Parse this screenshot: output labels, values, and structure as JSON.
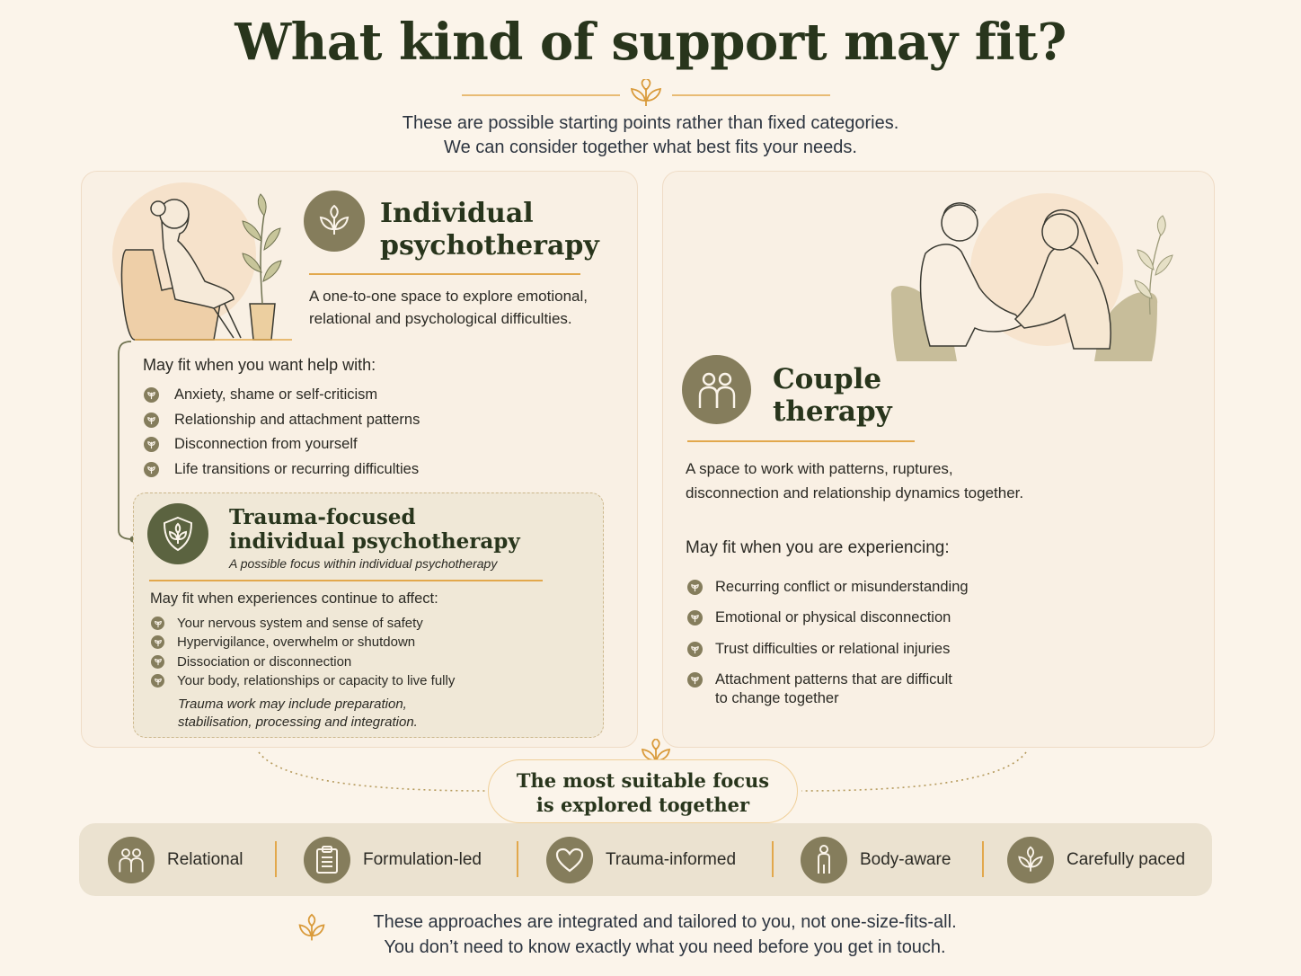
{
  "header": {
    "title": "What kind of support may fit?",
    "subtitle_line1": "These are possible starting points rather than fixed categories.",
    "subtitle_line2": "We can consider together what best fits your needs."
  },
  "individual": {
    "title_line1": "Individual",
    "title_line2": "psychotherapy",
    "description_line1": "A one-to-one space to explore emotional,",
    "description_line2": "relational and psychological difficulties.",
    "list_title": "May fit when you want help with:",
    "items": [
      "Anxiety, shame or self-criticism",
      "Relationship and attachment patterns",
      "Disconnection from yourself",
      "Life transitions or recurring difficulties"
    ]
  },
  "trauma": {
    "title_line1": "Trauma-focused",
    "title_line2": "individual psychotherapy",
    "subtitle": "A possible focus within individual psychotherapy",
    "list_title": "May fit when experiences continue to affect:",
    "items": [
      "Your nervous system and sense of safety",
      "Hypervigilance, overwhelm or shutdown",
      "Dissociation or disconnection",
      "Your body, relationships or capacity to live fully"
    ],
    "note_line1": "Trauma work may include preparation,",
    "note_line2": "stabilisation, processing and integration."
  },
  "couple": {
    "title_line1": "Couple",
    "title_line2": "therapy",
    "description_line1": "A space to work with patterns, ruptures,",
    "description_line2": "disconnection and relationship dynamics together.",
    "list_title": "May fit when you are experiencing:",
    "items": [
      "Recurring conflict or misunderstanding",
      "Emotional or physical disconnection",
      "Trust difficulties or relational injuries",
      "Attachment patterns that are difficult"
    ],
    "item4_line2": "to change together"
  },
  "center": {
    "line1": "The most suitable focus",
    "line2": "is explored together"
  },
  "features": [
    {
      "label": "Relational",
      "icon": "people-icon"
    },
    {
      "label": "Formulation-led",
      "icon": "clipboard-icon"
    },
    {
      "label": "Trauma-informed",
      "icon": "heart-icon"
    },
    {
      "label": "Body-aware",
      "icon": "person-icon"
    },
    {
      "label": "Carefully paced",
      "icon": "sprout-icon"
    }
  ],
  "footer": {
    "line1": "These approaches are integrated and tailored to you, not one-size-fits-all.",
    "line2": "You don’t need to know exactly what you need before you get in touch."
  },
  "colors": {
    "background": "#fbf4ea",
    "accent_olive": "#857d5c",
    "accent_gold": "#e2a84c",
    "heading_green": "#28351c"
  }
}
